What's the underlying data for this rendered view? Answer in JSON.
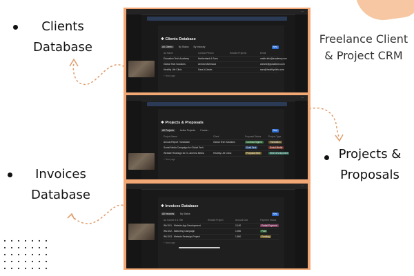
{
  "colors": {
    "frame": "#f2a875",
    "accent_blob": "#f6c7a2",
    "app_bg": "#191919",
    "arrow": "#e0a070"
  },
  "side_labels": {
    "clients": [
      "Clients",
      "Database"
    ],
    "crm": [
      "Freelance Client",
      "& Project CRM"
    ],
    "projects": [
      "Projects &",
      "Proposals"
    ],
    "invoices": [
      "Invoices",
      "Database"
    ]
  },
  "screens": {
    "clients": {
      "title": "Clients Database",
      "views": [
        "All Clients",
        "By Status",
        "By Industry"
      ],
      "new_label": "New",
      "columns": [
        "Aa Name",
        "Contact Person",
        "Related Projects",
        "Email"
      ],
      "rows": [
        [
          "Education Tech Academy",
          "Northerland & Sons",
          "",
          "mailto:info@academy.com"
        ],
        [
          "Global Tech Solutions",
          "Ahmed Mahmoud",
          "",
          "ahmed@globaltech.com"
        ],
        [
          "Healthy Life Clinic",
          "Sara Al-Jasim",
          "",
          "sara@healthyclinic.com"
        ]
      ],
      "footer": "+ New page"
    },
    "projects": {
      "title": "Projects & Proposals",
      "views": [
        "All Projects",
        "Active Projects",
        "2 more..."
      ],
      "new_label": "New",
      "columns": [
        "Project Name",
        "Client",
        "Proposal Status",
        "Project Type"
      ],
      "rows": [
        [
          "Annual Report Translation",
          "Global Tech Solutions",
          "Contract Signed",
          "Translation"
        ],
        [
          "Social Media Campaign for Global Tech",
          "",
          "Draft Sent",
          "Social Media"
        ],
        [
          "Website Redesign for Dr. Ameera Media",
          "Healthy Life Clinic",
          "Proposal Sent",
          "Web Development"
        ]
      ],
      "footer": "+ New page"
    },
    "invoices": {
      "title": "Invoices Database",
      "views": [
        "All Invoices",
        "By Status"
      ],
      "new_label": "New",
      "columns": [
        "Aa Invoice # & Title",
        "Related Project",
        "Amount Due",
        "Payment Status"
      ],
      "rows": [
        [
          "INV-001 - Website App Development",
          "",
          "2,100",
          "Partial Payment"
        ],
        [
          "INV-002 - Marketing Campaign",
          "",
          "1,500",
          "Paid"
        ],
        [
          "INV-003 - Website Redesign Project",
          "",
          "1,800",
          "Pending"
        ]
      ],
      "footer": "+ New page"
    }
  }
}
